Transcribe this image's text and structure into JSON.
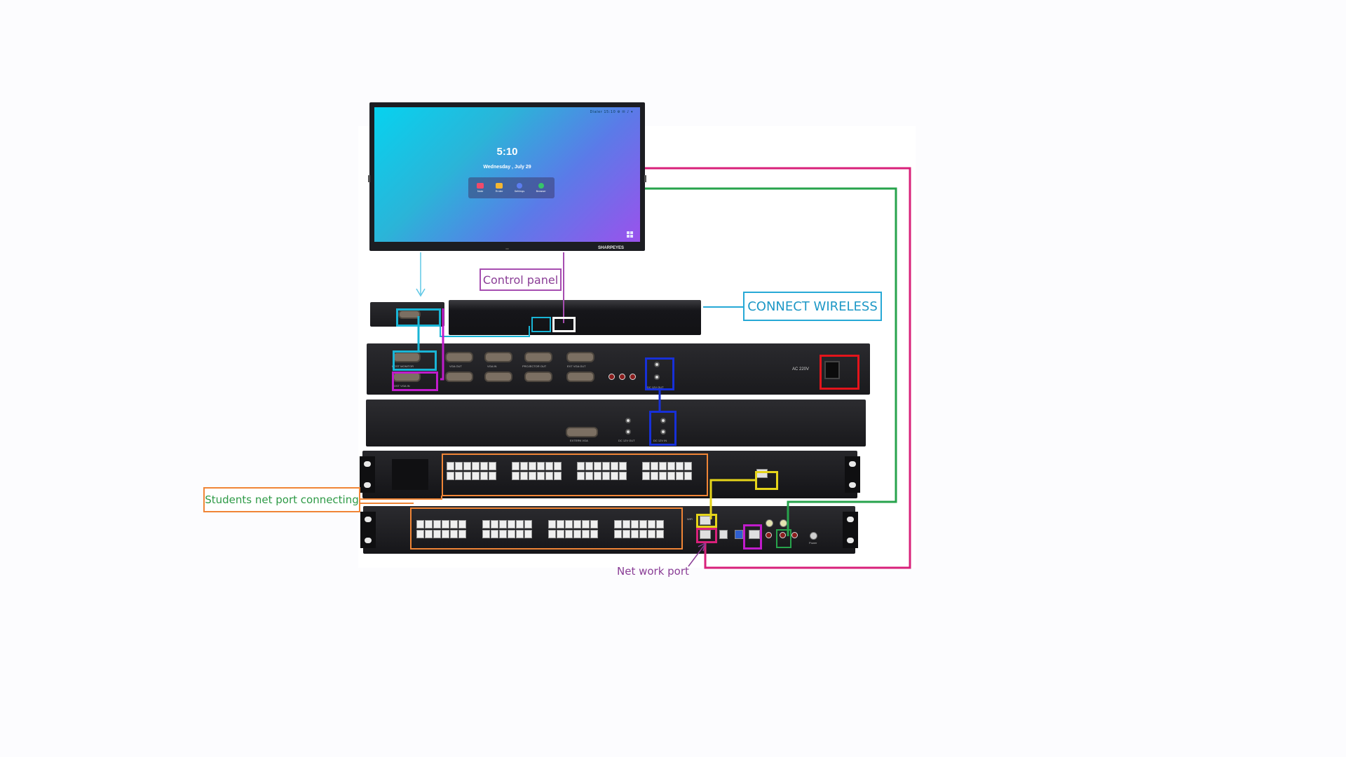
{
  "monitor": {
    "time": "5:10",
    "date": "Wednesday , July 29",
    "status_bar": "Dialer  15:10  ⚙ ✉ ♪ ▾",
    "brand": "SHARPEYES",
    "dock_apps": [
      {
        "label": "Note",
        "color": "#f04a6a"
      },
      {
        "label": "Finder",
        "color": "#f5b731"
      },
      {
        "label": "Settings",
        "color": "#5b7df0"
      },
      {
        "label": "Browser",
        "color": "#36c46a"
      }
    ]
  },
  "labels": {
    "control_panel": "Control panel",
    "connect_wireless": "CONNECT WIRELESS",
    "students_net_port": "Students net port connecting",
    "network_port": "Net work port"
  },
  "device_text": {
    "ac": "AC 220V",
    "dc12_out": "DC 12V OUT",
    "dc12_in": "DC 12V IN",
    "ext_vga": "EXTERN VGA",
    "vga_out": "VGA OUT",
    "vga_in": "VGA IN",
    "projector": "PROJECTOR OUT",
    "ext_vga_out": "EXT VGA OUT",
    "host_monitor": "HOST MONITOR",
    "host_vga_in": "HOST VGA IN",
    "wifi": "WiFi",
    "power": "Power"
  },
  "colors": {
    "cyan": "#19b5d6",
    "magenta": "#c01ccb",
    "blue": "#1730d8",
    "red": "#e3141b",
    "orange": "#f08536",
    "yellow": "#e5d41a",
    "pink": "#d8217a",
    "green": "#27a34c"
  }
}
